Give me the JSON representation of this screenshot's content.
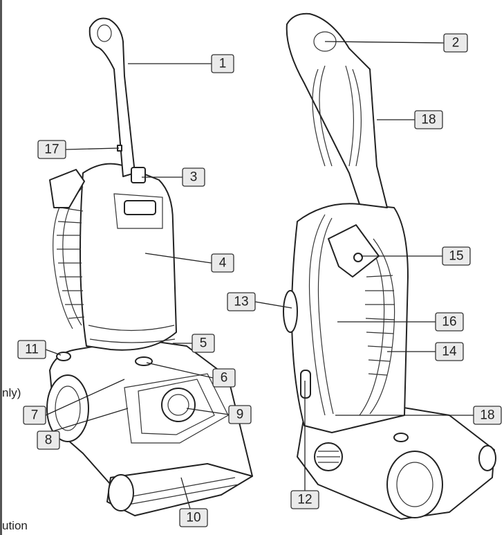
{
  "labels": [
    "1",
    "2",
    "3",
    "4",
    "5",
    "6",
    "7",
    "8",
    "9",
    "10",
    "11",
    "12",
    "13",
    "14",
    "15",
    "16",
    "17",
    "18",
    "18"
  ],
  "fragments": {
    "left_middle": "nly)",
    "left_bottom": "ution"
  }
}
